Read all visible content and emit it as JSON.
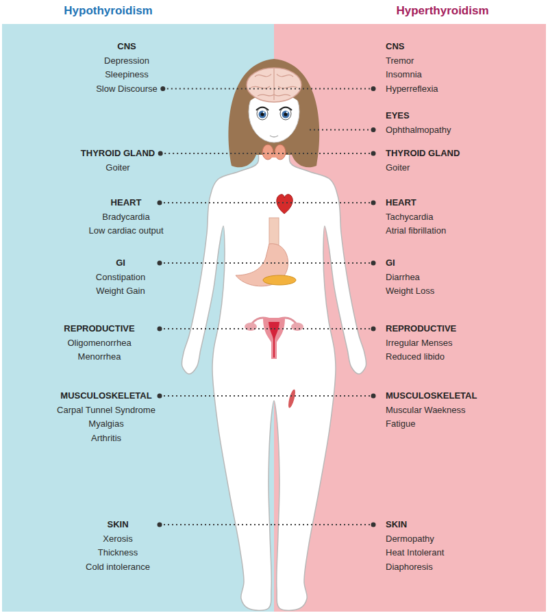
{
  "diagram": {
    "nodes": [
      {
        "text": [
          "Hypothyroidism"
        ]
      },
      {
        "text": [
          "Hyperthyroidism"
        ]
      }
    ],
    "labels": [
      "CNS",
      "Depression",
      "Sleepiness",
      "Slow Discourse",
      "THYROID GLAND",
      "Goiter",
      "HEART",
      "Bradycardia",
      "Low cardiac output",
      "GI",
      "Constipation",
      "Weight Gain",
      "REPRODUCTIVE",
      "Oligomenorrhea",
      "Menorrhea",
      "MUSCULOSKELETAL",
      "Carpal Tunnel Syndrome",
      "Myalgias",
      "Arthritis",
      "SKIN",
      "Xerosis",
      "Thickness",
      "Cold intolerance",
      "CNS",
      "Tremor",
      "Insomnia",
      "Hyperreflexia",
      "EYES",
      "Ophthalmopathy",
      "THYROID GLAND",
      "Goiter",
      "HEART",
      "Tachycardia",
      "Atrial fibrillation",
      "GI",
      "Diarrhea",
      "Weight Loss",
      "REPRODUCTIVE",
      "Irregular Menses",
      "Reduced libido",
      "MUSCULOSKELETAL",
      "Muscular Waekness",
      "Fatigue",
      "SKIN",
      "Dermopathy",
      "Heat Intolerant",
      "Diaphoresis"
    ]
  }
}
